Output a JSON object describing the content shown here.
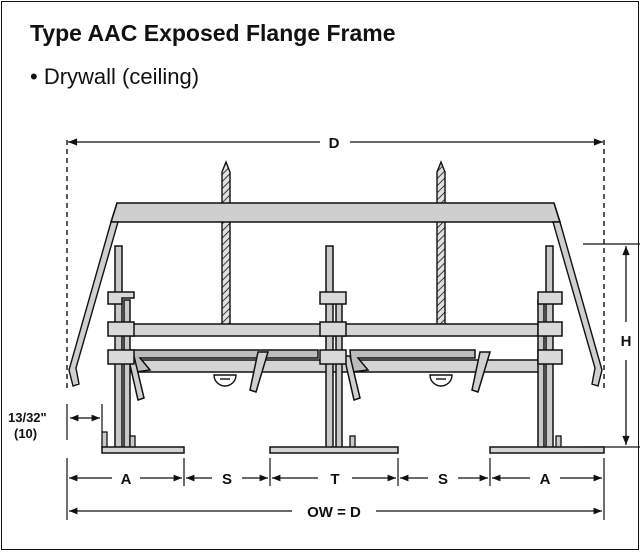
{
  "header": {
    "title": "Type AAC Exposed Flange Frame",
    "subtitle": "• Drywall (ceiling)"
  },
  "dimensions": {
    "d": "D",
    "h": "H",
    "gap_in": "13/32\"",
    "gap_mm": "(10)",
    "a": "A",
    "s": "S",
    "t": "T",
    "ow": "OW = D"
  },
  "colors": {
    "line": "#111111",
    "fill": "#bfbfbf",
    "light_fill": "#d9d9d9"
  }
}
